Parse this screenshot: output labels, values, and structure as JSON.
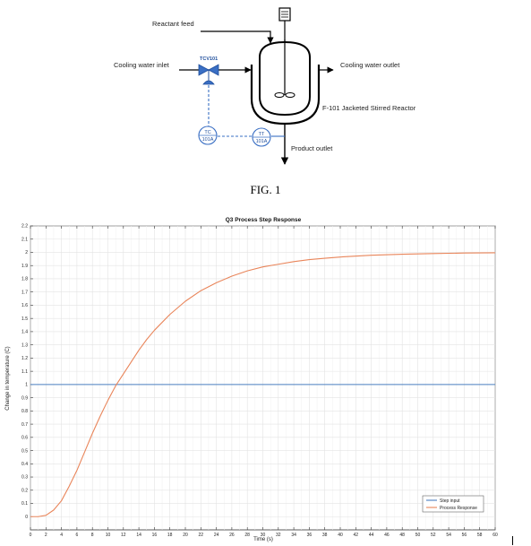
{
  "diagram": {
    "labels": {
      "reactant_feed": "Reactant feed",
      "cooling_water_inlet": "Cooling water inlet",
      "cooling_water_outlet": "Cooling water outlet",
      "reactor": "F-101  Jacketed Stirred Reactor",
      "product_outlet": "Product outlet",
      "valve_tag": "TCV101",
      "tc_tag_top": "TC",
      "tc_tag_bottom": "101A",
      "tt_tag_top": "TT",
      "tt_tag_bottom": "101A"
    },
    "colors": {
      "instrument": "#1f4e9c",
      "lines": "#000000"
    },
    "icons": [
      "motor-icon",
      "agitator-icon",
      "control-valve-icon"
    ]
  },
  "caption": "FIG. 1",
  "chart_data": {
    "type": "line",
    "title": "Q3 Process Step Response",
    "xlabel": "Time (s)",
    "ylabel": "Change in temperature (C)",
    "xlim": [
      0,
      60
    ],
    "ylim": [
      -0.1,
      2.2
    ],
    "xticks": [
      0,
      2,
      4,
      6,
      8,
      10,
      12,
      14,
      16,
      18,
      20,
      22,
      24,
      26,
      28,
      30,
      32,
      34,
      36,
      38,
      40,
      42,
      44,
      46,
      48,
      50,
      52,
      54,
      56,
      58,
      60
    ],
    "yticks": [
      0,
      0.1,
      0.2,
      0.3,
      0.4,
      0.5,
      0.6,
      0.7,
      0.8,
      0.9,
      1,
      1.1,
      1.2,
      1.3,
      1.4,
      1.5,
      1.6,
      1.7,
      1.8,
      1.9,
      2,
      2.1,
      2.2
    ],
    "grid": true,
    "legend_position": "bottom-right",
    "series": [
      {
        "name": "Step input",
        "color": "#4a7fc1",
        "x": [
          0,
          60
        ],
        "y": [
          1,
          1
        ]
      },
      {
        "name": "Process Response",
        "color": "#e9855a",
        "x": [
          0,
          1,
          2,
          3,
          4,
          5,
          6,
          7,
          8,
          9,
          10,
          11,
          12,
          13,
          14,
          15,
          16,
          18,
          20,
          22,
          24,
          26,
          28,
          30,
          32,
          34,
          36,
          38,
          40,
          44,
          48,
          52,
          56,
          60
        ],
        "y": [
          0,
          0,
          0.01,
          0.05,
          0.12,
          0.23,
          0.35,
          0.49,
          0.63,
          0.76,
          0.88,
          0.99,
          1.08,
          1.17,
          1.26,
          1.34,
          1.41,
          1.53,
          1.63,
          1.71,
          1.77,
          1.82,
          1.86,
          1.89,
          1.91,
          1.93,
          1.945,
          1.955,
          1.965,
          1.978,
          1.986,
          1.991,
          1.995,
          1.997
        ]
      }
    ]
  }
}
